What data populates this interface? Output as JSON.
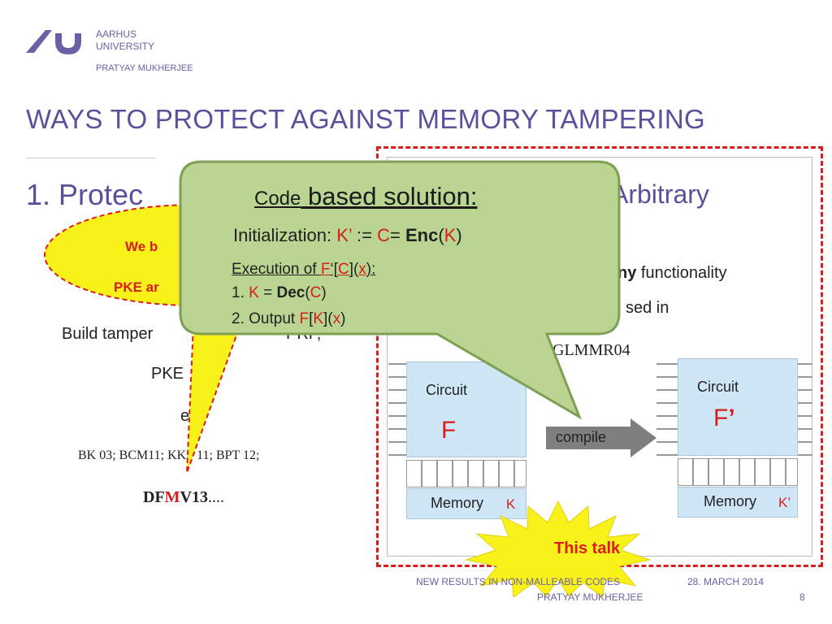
{
  "header": {
    "org_line1": "AARHUS",
    "org_line2": "UNIVERSITY",
    "author": "PRATYAY MUKHERJEE"
  },
  "slide": {
    "title": "WAYS TO PROTECT AGAINST MEMORY TAMPERING",
    "point1_visible": "1.  Protec",
    "point1_right": "Arbitrary",
    "build_text": "Build tamper",
    "build_text_right": "PRF,",
    "pke_text": "PKE",
    "e_text": "e",
    "refs": "BK 03;  BCM11;  KKS 11; BPT 12;",
    "dfmv": {
      "p1": "DF",
      "p2": "M",
      "p3": "V13",
      "p4": "...."
    },
    "right_any_bold": "ny",
    "right_functionality": " functionality",
    "right_used_in": "sed in",
    "glmmr": "GLMMR04"
  },
  "yellow_bubble": {
    "line1": "We b",
    "line2": "PKE ar"
  },
  "green_callout": {
    "heading_small": "Code",
    "heading_big": " based solution:",
    "init": {
      "t1": "Initialization: ",
      "t2": "K’",
      "t3": " := ",
      "t4": "C",
      "t5": "= ",
      "t6": "Enc",
      "t7": "(",
      "t8": "K",
      "t9": ")"
    },
    "exec": {
      "t1": "Execution of ",
      "t2": "F",
      "t3": "‘[",
      "t4": "C",
      "t5": "](",
      "t6": "x",
      "t7": "):"
    },
    "step1": {
      "t1": "1. ",
      "t2": "K",
      "t3": " = ",
      "t4": "Dec",
      "t5": "(",
      "t6": "C",
      "t7": ")"
    },
    "step2": {
      "t1": "2. Output ",
      "t2": "F",
      "t3": "[",
      "t4": "K",
      "t5": "](",
      "t6": "x",
      "t7": ")"
    }
  },
  "diagram": {
    "left_circuit_label": "Circuit",
    "left_circuit_symbol": "F",
    "left_memory_label": "Memory",
    "left_memory_value": "K",
    "compile_label": "compile",
    "right_circuit_label": "Circuit",
    "right_circuit_symbol": "F",
    "right_circuit_prime": "’",
    "right_memory_label": "Memory",
    "right_memory_value": "K’",
    "starburst_label": "This talk"
  },
  "footer": {
    "title_line": "NEW RESULTS IN NON-MALLEABLE CODES",
    "author": "PRATYAY MUKHERJEE",
    "date": "28. MARCH 2014",
    "page": "8"
  },
  "colors": {
    "brand_purple": "#5e4f9c",
    "accent_red": "#d91d1d",
    "callout_green": "#b9d591",
    "bubble_yellow": "#f8f21a",
    "circuit_blue": "#cfe6f7"
  }
}
